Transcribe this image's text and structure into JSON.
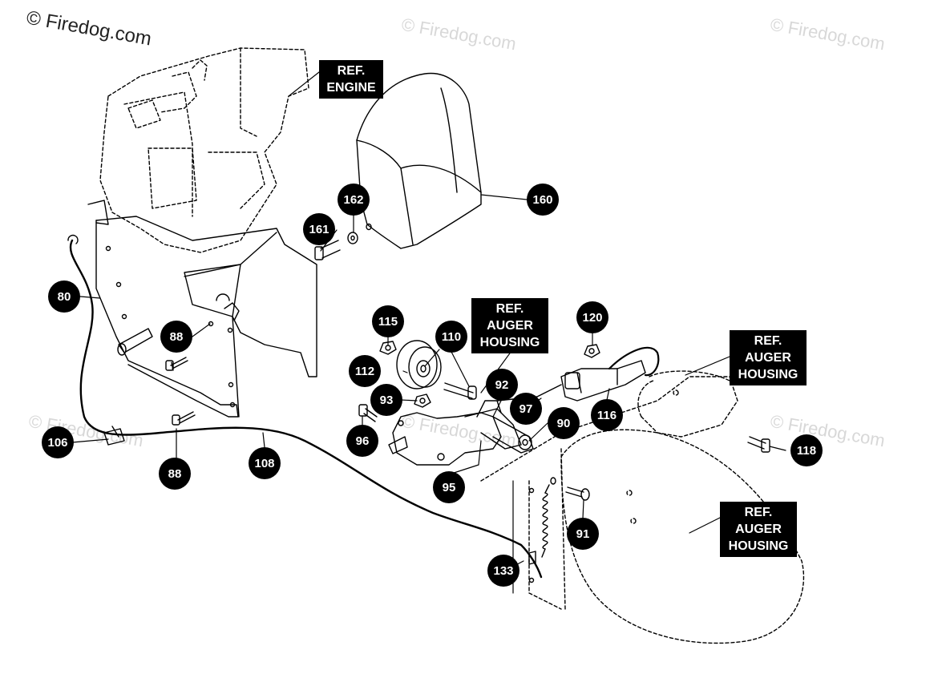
{
  "watermarks": {
    "main": "© Firedog.com",
    "faint": "© Firedog.com"
  },
  "references": {
    "engine": "REF.\nENGINE",
    "auger_housing": "REF.\nAUGER\nHOUSING"
  },
  "part_numbers": {
    "p80": "80",
    "p88a": "88",
    "p88b": "88",
    "p106": "106",
    "p108": "108",
    "p160": "160",
    "p161": "161",
    "p162": "162",
    "p115": "115",
    "p110": "110",
    "p112": "112",
    "p93": "93",
    "p96": "96",
    "p95": "95",
    "p92": "92",
    "p97": "97",
    "p90": "90",
    "p116": "116",
    "p120": "120",
    "p118": "118",
    "p91": "91",
    "p133": "133"
  }
}
